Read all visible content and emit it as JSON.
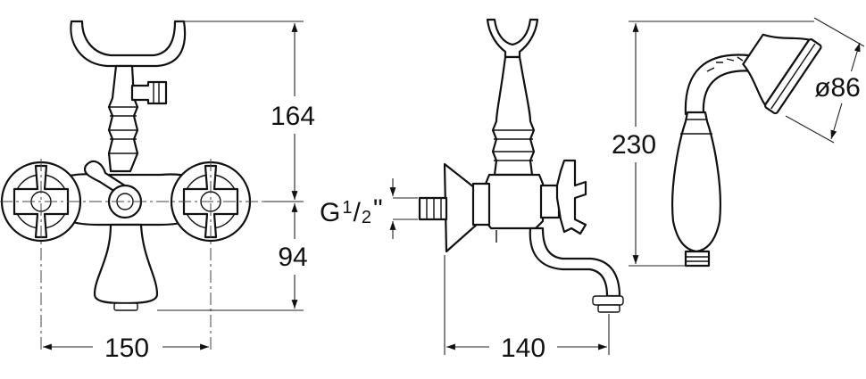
{
  "dimensions": {
    "front_height_upper": "164",
    "front_height_lower": "94",
    "front_width": "150",
    "side_projection": "140",
    "shower_length": "230",
    "shower_diameter": "ø86",
    "thread_prefix": "G",
    "thread_num": "1",
    "thread_slash": "/",
    "thread_den": "2",
    "thread_quote": "\""
  },
  "colors": {
    "line": "#111111",
    "background": "#ffffff"
  }
}
